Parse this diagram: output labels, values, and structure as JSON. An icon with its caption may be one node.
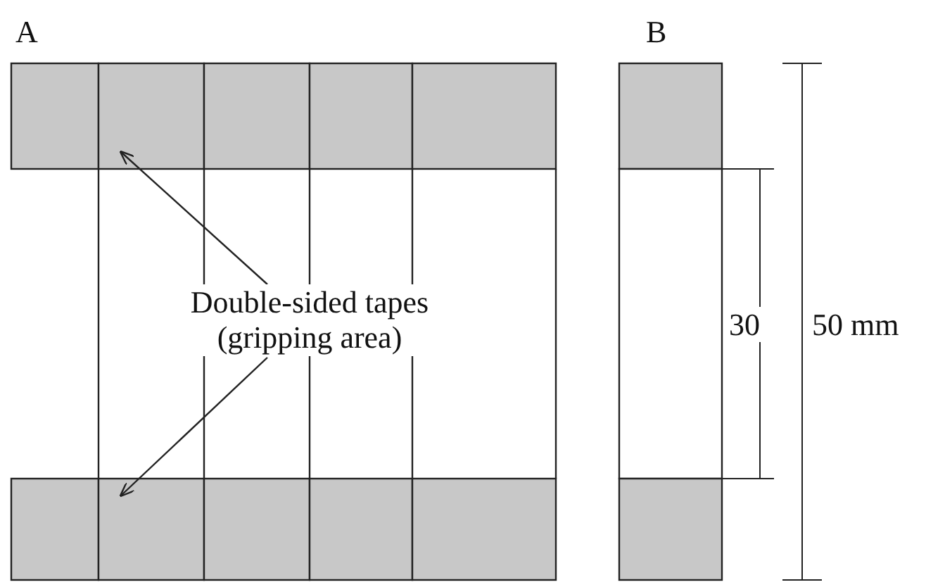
{
  "diagram": {
    "nodes": [
      {
        "text": [
          "Double-sided tapes (gripping area)"
        ]
      },
      {
        "text": [],
        "shape": "box"
      },
      {
        "text": [],
        "shape": "box"
      }
    ],
    "edges": [
      {
        "from": 0,
        "to": 1,
        "arrow": "to"
      },
      {
        "from": 0,
        "to": 2,
        "arrow": "to"
      }
    ],
    "labels": [
      "A",
      "B",
      "30",
      "50 mm"
    ]
  }
}
